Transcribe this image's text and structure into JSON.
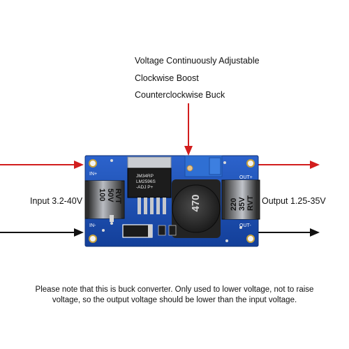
{
  "headlines": {
    "line1": "Voltage Continuously Adjustable",
    "line2": "Clockwise Boost",
    "line3": "Counterclockwise Buck"
  },
  "labels": {
    "input": "Input 3.2-40V",
    "output": "Output 1.25-35V"
  },
  "board": {
    "pin_in_plus": "IN+",
    "pin_in_minus": "IN-",
    "pin_out_plus": "OUT+",
    "pin_out_minus": "OUT-",
    "chip_line1": "JM34RP",
    "chip_line2": "LM2596S",
    "chip_line3": "-ADJ P+",
    "inductor_value": "470",
    "cap_in_line1": "100",
    "cap_in_line2": "50V",
    "cap_in_line3": "RVT",
    "cap_out_line1": "220",
    "cap_out_line2": "35V",
    "cap_out_line3": "RVT"
  },
  "note": {
    "text": "Please note that this is buck converter. Only used to lower voltage, not to raise voltage, so the output voltage should be lower than the input voltage."
  },
  "colors": {
    "positive_arrow": "#d21d1d",
    "negative_arrow": "#111111",
    "pcb": "#1a4fb5"
  }
}
